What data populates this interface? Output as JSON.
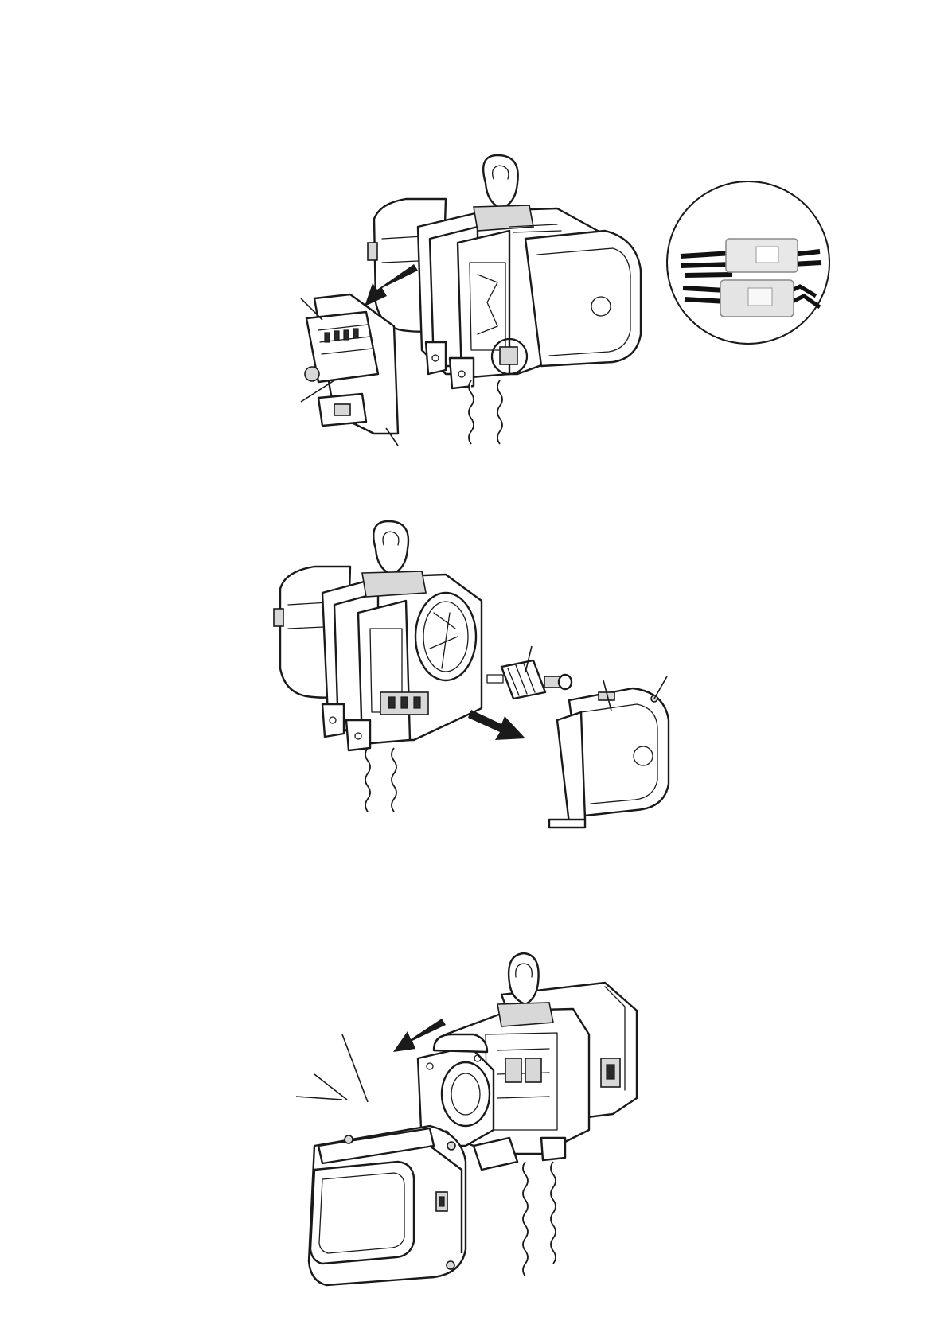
{
  "page": {
    "background": "#ffffff",
    "line_color": "#1a1a1a"
  },
  "figures": [
    {
      "id": "figure-1",
      "content": "hoist-with-control-panel-removed-and-connector-detail"
    },
    {
      "id": "figure-2",
      "content": "hoist-with-motor-rotor-and-cover-removed"
    },
    {
      "id": "figure-3",
      "content": "hoist-with-gearbox-cover-removed"
    }
  ]
}
